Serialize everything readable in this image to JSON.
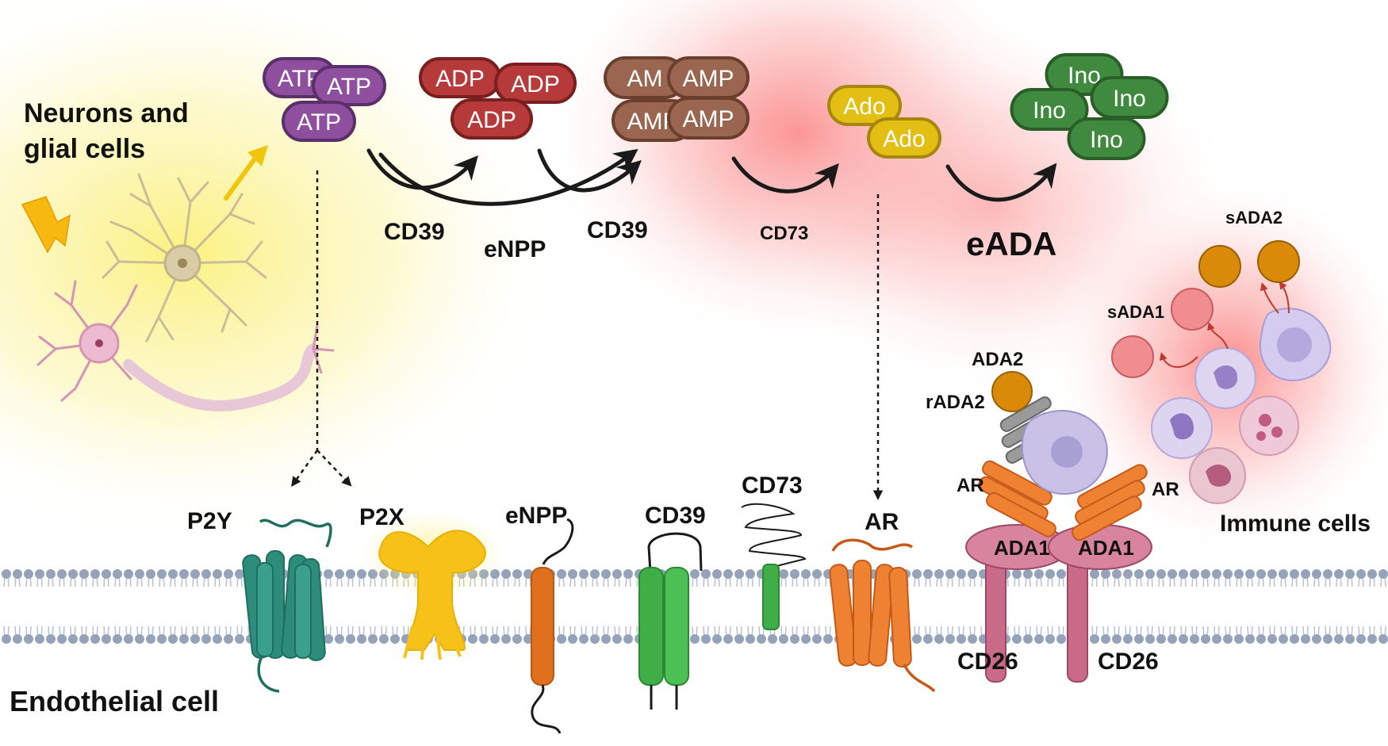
{
  "colors": {
    "atp": "#8e4f9e",
    "adp": "#b63a3a",
    "amp": "#9b6650",
    "ado": "#e3bf14",
    "ino": "#3f8a3e",
    "p2y": "#2e8c7a",
    "p2x": "#f6c21a",
    "enpp": "#e0701e",
    "cd39": "#3fae46",
    "cd73": "#3fae46",
    "ar": "#ee8132",
    "ada": "#d98a08",
    "cd26": "#c86a88",
    "membrane": "#94a3b9"
  },
  "texts": {
    "neurons_line1": "Neurons and",
    "neurons_line2": "glial cells",
    "endothelial": "Endothelial cell",
    "immune": "Immune cells",
    "cd39_a": "CD39",
    "enpp_top": "eNPP",
    "cd39_b": "CD39",
    "cd73_top": "CD73",
    "eada": "eADA",
    "sada2": "sADA2",
    "sada1": "sADA1",
    "ada2": "ADA2",
    "rada2": "rADA2",
    "p2y": "P2Y",
    "p2x": "P2X",
    "enpp_receptor": "eNPP",
    "cd39_receptor": "CD39",
    "cd73_receptor": "CD73",
    "ar_receptor": "AR",
    "ar_left": "AR",
    "ar_right": "AR",
    "ada1_left": "ADA1",
    "ada1_right": "ADA1",
    "cd26_left": "CD26",
    "cd26_right": "CD26"
  },
  "molecules": {
    "atp": [
      "ATP",
      "ATP",
      "ATP"
    ],
    "adp": [
      "ADP",
      "ADP",
      "ADP"
    ],
    "amp": [
      "AM",
      "AMP",
      "AMP",
      "AMP"
    ],
    "ado": [
      "Ado",
      "Ado"
    ],
    "ino": [
      "Ino",
      "Ino",
      "Ino",
      "Ino"
    ]
  },
  "icons": [
    "lightning-icon",
    "neuron-icon",
    "glial-cell-icon",
    "immune-cell-icon",
    "arrow-icon"
  ]
}
